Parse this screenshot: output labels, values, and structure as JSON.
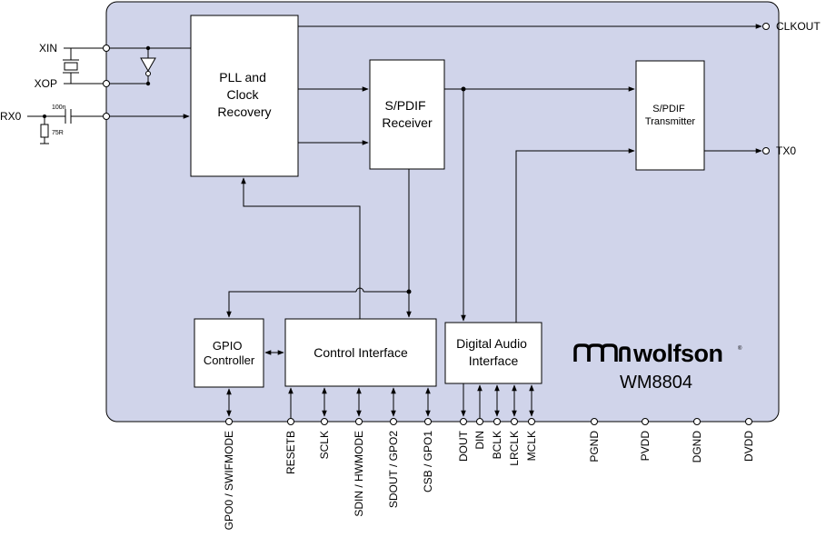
{
  "chip": {
    "part_number": "WM8804",
    "brand": "wolfson",
    "body_color": "#d0d4ea",
    "brand_color": "#000000"
  },
  "blocks": {
    "pll": [
      "PLL and",
      "Clock",
      "Recovery"
    ],
    "spdif_rx": [
      "S/PDIF",
      "Receiver"
    ],
    "spdif_tx": [
      "S/PDIF",
      "Transmitter"
    ],
    "gpio": [
      "GPIO",
      "Controller"
    ],
    "control": [
      "Control Interface"
    ],
    "dai": [
      "Digital Audio",
      "Interface"
    ]
  },
  "left_pins": {
    "xin": "XIN",
    "xop": "XOP",
    "rx0": "RX0",
    "cap": "100n",
    "res": "75R"
  },
  "right_pins": {
    "clkout": "CLKOUT",
    "tx0": "TX0"
  },
  "bottom_pins": [
    "GPO0 / SWIFMODE",
    "RESETB",
    "SCLK",
    "SDIN / HWMODE",
    "SDOUT / GPO2",
    "CSB / GPO1",
    "DOUT",
    "DIN",
    "BCLK",
    "LRCLK",
    "MCLK",
    "PGND",
    "PVDD",
    "DGND",
    "DVDD"
  ]
}
